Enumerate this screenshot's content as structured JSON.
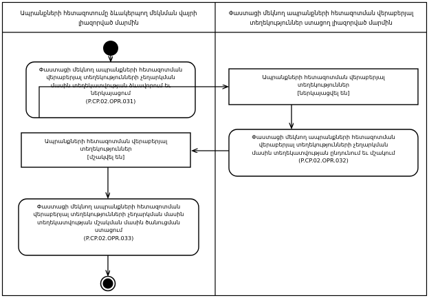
{
  "diagram": {
    "type": "uml-activity-diagram",
    "background_color": "#ffffff",
    "line_color": "#000000",
    "lanes": [
      {
        "id": "lane-left",
        "title": "Ապրանքների հետազոտումը ձևակերպող  մեկնման վայրի\nլիազորված մարմին"
      },
      {
        "id": "lane-right",
        "title": "Փաստացի մեկնող ապրանքների հետազոտման վերաբերյալ\nտեղեկություններ ստացող լիազորված մարմին"
      }
    ],
    "nodes": [
      {
        "id": "initial-node",
        "kind": "initial",
        "lane": "lane-left"
      },
      {
        "id": "activity-031",
        "kind": "activity",
        "lane": "lane-left",
        "label": "Փաստացի մեկնող ապրանքների հետազոտման\nվերաբերյալ տեղեկությունների չեղարկման\nմասին տեղեկատվության ձևավորում եւ\nներկայացում",
        "code": "(P.CP.02.OPR.031)"
      },
      {
        "id": "object-sent",
        "kind": "object",
        "lane": "lane-right",
        "label": "Ապրանքների հետազոտման վերաբերյալ\nտեղեկություններ\n[ներկայացվել են]"
      },
      {
        "id": "activity-032",
        "kind": "activity",
        "lane": "lane-right",
        "label": "Փաստացի մեկնող ապրանքների հետազոտման\nվերաբերյալ տեղեկությունների չեղարկման\nմասին տեղեկատվության ընդունում եւ մշակում",
        "code": "(P.CP.02.OPR.032)"
      },
      {
        "id": "object-processed",
        "kind": "object",
        "lane": "lane-left",
        "label": "Ապրանքների հետազոտման վերաբերյալ\nտեղեկություններ\n[մշակվել են]"
      },
      {
        "id": "activity-033",
        "kind": "activity",
        "lane": "lane-left",
        "label": "Փաստացի մեկնող ապրանքների հետազոտման\nվերաբերյալ տեղեկությունների չեղարկման մասին\nտեղեկատվության մշակման մասին ծանուցման\nստացում",
        "code": "(P.CP.02.OPR.033)"
      },
      {
        "id": "final-node",
        "kind": "final",
        "lane": "lane-left"
      }
    ],
    "edges": [
      {
        "id": "edge-initial-to-031",
        "from": "initial-node",
        "to": "activity-031"
      },
      {
        "id": "edge-031-to-object-sent",
        "from": "activity-031",
        "to": "object-sent"
      },
      {
        "id": "edge-object-sent-to-032",
        "from": "object-sent",
        "to": "activity-032"
      },
      {
        "id": "edge-032-to-object-processed",
        "from": "activity-032",
        "to": "object-processed"
      },
      {
        "id": "edge-object-processed-to-033",
        "from": "object-processed",
        "to": "activity-033"
      },
      {
        "id": "edge-033-to-final",
        "from": "activity-033",
        "to": "final-node"
      }
    ]
  }
}
